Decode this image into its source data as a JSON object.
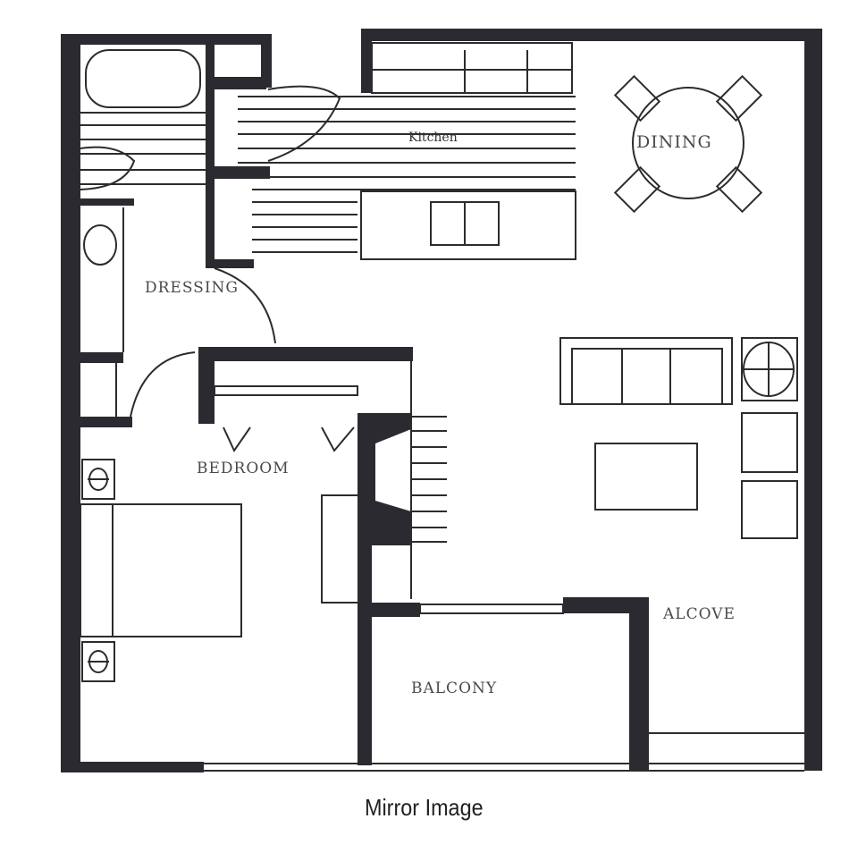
{
  "floor_plan": {
    "caption": "Mirror Image",
    "rooms": [
      {
        "id": "kitchen",
        "label": "Kitchen"
      },
      {
        "id": "dining",
        "label": "DINING"
      },
      {
        "id": "dressing",
        "label": "DRESSING"
      },
      {
        "id": "bedroom",
        "label": "BEDROOM"
      },
      {
        "id": "alcove",
        "label": "ALCOVE"
      },
      {
        "id": "balcony",
        "label": "BALCONY"
      }
    ],
    "colors": {
      "wall": "#2a2a30",
      "line": "#2c2c2c",
      "background": "#ffffff",
      "label": "#4a4a4a"
    }
  }
}
